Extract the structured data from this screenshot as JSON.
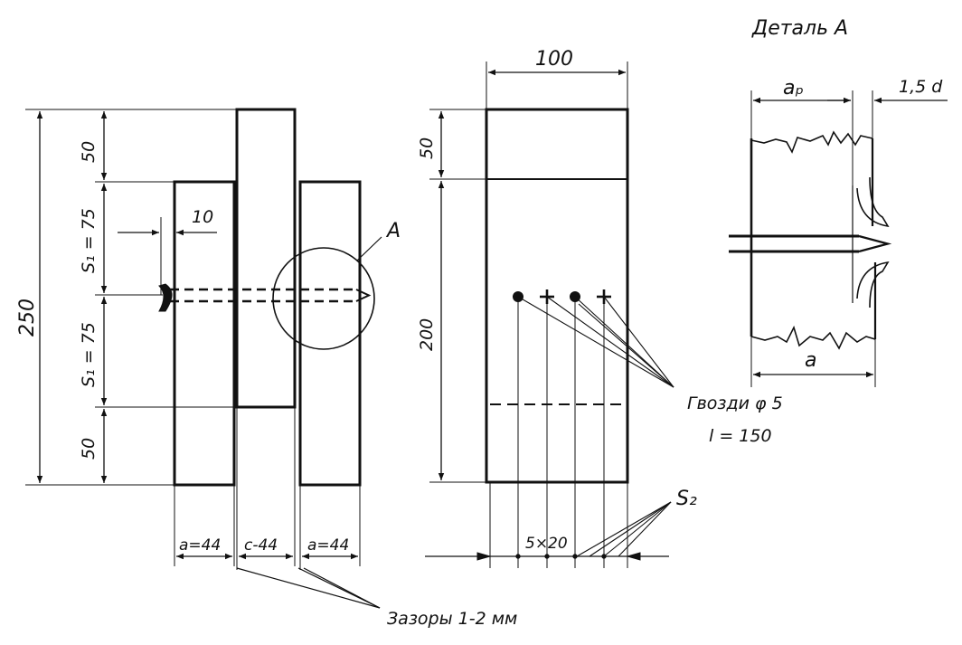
{
  "colors": {
    "ink": "#111111",
    "paper": "#ffffff"
  },
  "side_view": {
    "total_height": "250",
    "top_end": "50",
    "spacing_upper": "S₁ = 75",
    "spacing_lower": "S₁ = 75",
    "bottom_end": "50",
    "edge_distance": "10",
    "width_left": "a=44",
    "width_center": "c-44",
    "width_right": "a=44",
    "detail_marker": "A",
    "gaps_note": "Зазоры 1-2 мм"
  },
  "front_view": {
    "width": "100",
    "top_band": "50",
    "body_height": "200",
    "nails_label": "Гвозди φ 5",
    "nail_length": "l = 150",
    "nail_spacing": "5×20",
    "spacing_label": "S₂"
  },
  "detail_view": {
    "title": "Деталь  А",
    "design_width": "aₚ",
    "tip_allowance": "1,5 d",
    "full_width": "a"
  }
}
